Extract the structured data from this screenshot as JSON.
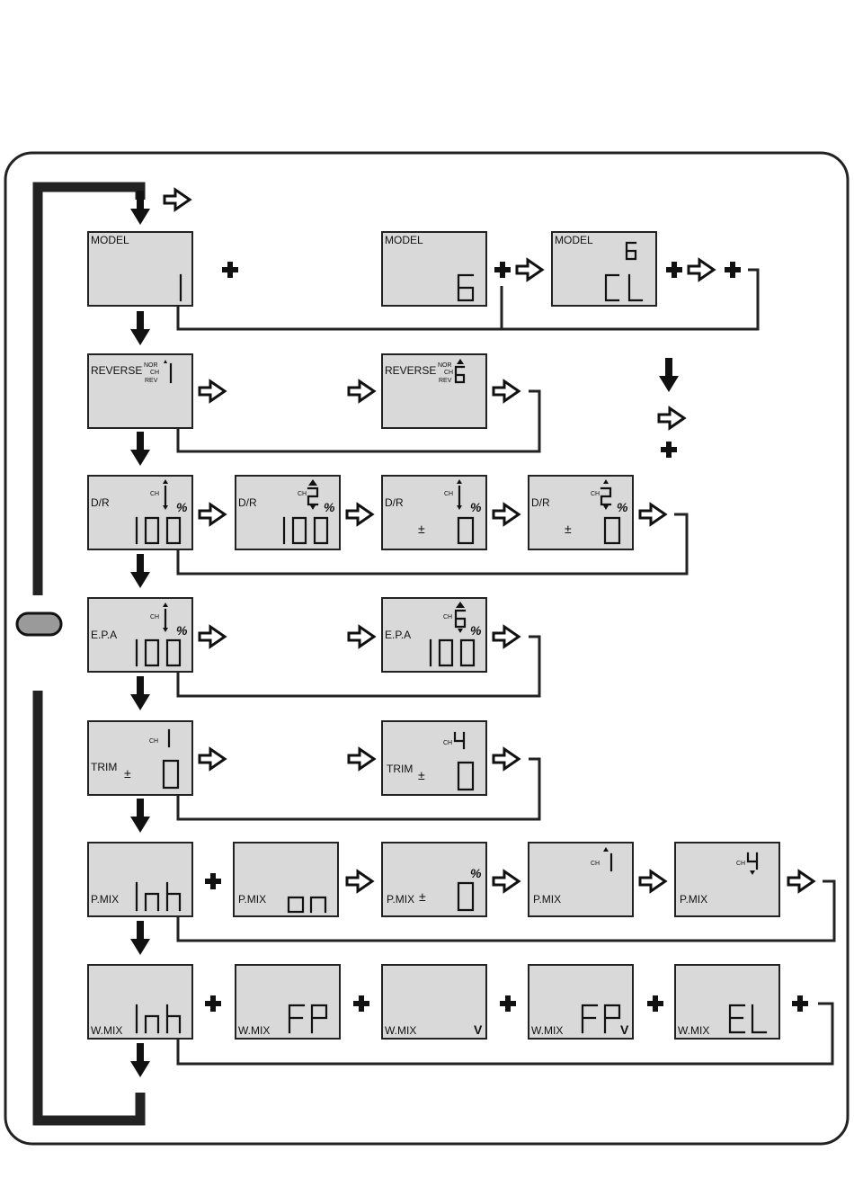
{
  "screens": {
    "model_1": {
      "label": "MODEL",
      "value": "1"
    },
    "model_6": {
      "label": "MODEL",
      "value": "6"
    },
    "model_cl": {
      "label": "MODEL",
      "top": "6",
      "value": "CL"
    },
    "reverse_1": {
      "label": "REVERSE",
      "nor": "NOR",
      "ch": "CH",
      "rev": "REV",
      "value": "1"
    },
    "reverse_6": {
      "label": "REVERSE",
      "nor": "NOR",
      "ch": "CH",
      "rev": "REV",
      "value": "6"
    },
    "dr_1": {
      "label": "D/R",
      "ch": "CH",
      "channel": "1",
      "value": "100",
      "unit": "%"
    },
    "dr_2": {
      "label": "D/R",
      "ch": "CH",
      "channel": "2",
      "value": "100",
      "unit": "%"
    },
    "dr_1_zero": {
      "label": "D/R",
      "ch": "CH",
      "channel": "1",
      "sign": "±",
      "value": "0",
      "unit": "%"
    },
    "dr_2_zero": {
      "label": "D/R",
      "ch": "CH",
      "channel": "2",
      "sign": "±",
      "value": "0",
      "unit": "%"
    },
    "epa_1": {
      "label": "E.P.A",
      "ch": "CH",
      "channel": "1",
      "value": "100",
      "unit": "%"
    },
    "epa_6": {
      "label": "E.P.A",
      "ch": "CH",
      "channel": "6",
      "value": "100",
      "unit": "%"
    },
    "trim_1": {
      "label": "TRIM",
      "ch": "CH",
      "channel": "1",
      "sign": "±",
      "value": "0"
    },
    "trim_4": {
      "label": "TRIM",
      "ch": "CH",
      "channel": "4",
      "sign": "±",
      "value": "0"
    },
    "pmix_inh": {
      "label": "P.MIX",
      "value": "Inh"
    },
    "pmix_on": {
      "label": "P.MIX",
      "value": "on"
    },
    "pmix_zero": {
      "label": "P.MIX",
      "sign": "±",
      "value": "0",
      "unit": "%"
    },
    "pmix_ch1": {
      "label": "P.MIX",
      "ch": "CH",
      "channel": "1"
    },
    "pmix_ch4": {
      "label": "P.MIX",
      "ch": "CH",
      "channel": "4"
    },
    "wmix_inh": {
      "label": "W.MIX",
      "value": "Inh"
    },
    "wmix_fp": {
      "label": "W.MIX",
      "value": "FP"
    },
    "wmix_v": {
      "label": "W.MIX",
      "mark": "V"
    },
    "wmix_fpv": {
      "label": "W.MIX",
      "value": "FP",
      "mark": "V"
    },
    "wmix_el": {
      "label": "W.MIX",
      "value": "EL"
    }
  },
  "legend": [
    "down-arrow",
    "hollow-right-arrow",
    "plus-key"
  ],
  "colors": {
    "lcd": "#d9d9d9",
    "ink": "#111111",
    "background": "#ffffff"
  }
}
